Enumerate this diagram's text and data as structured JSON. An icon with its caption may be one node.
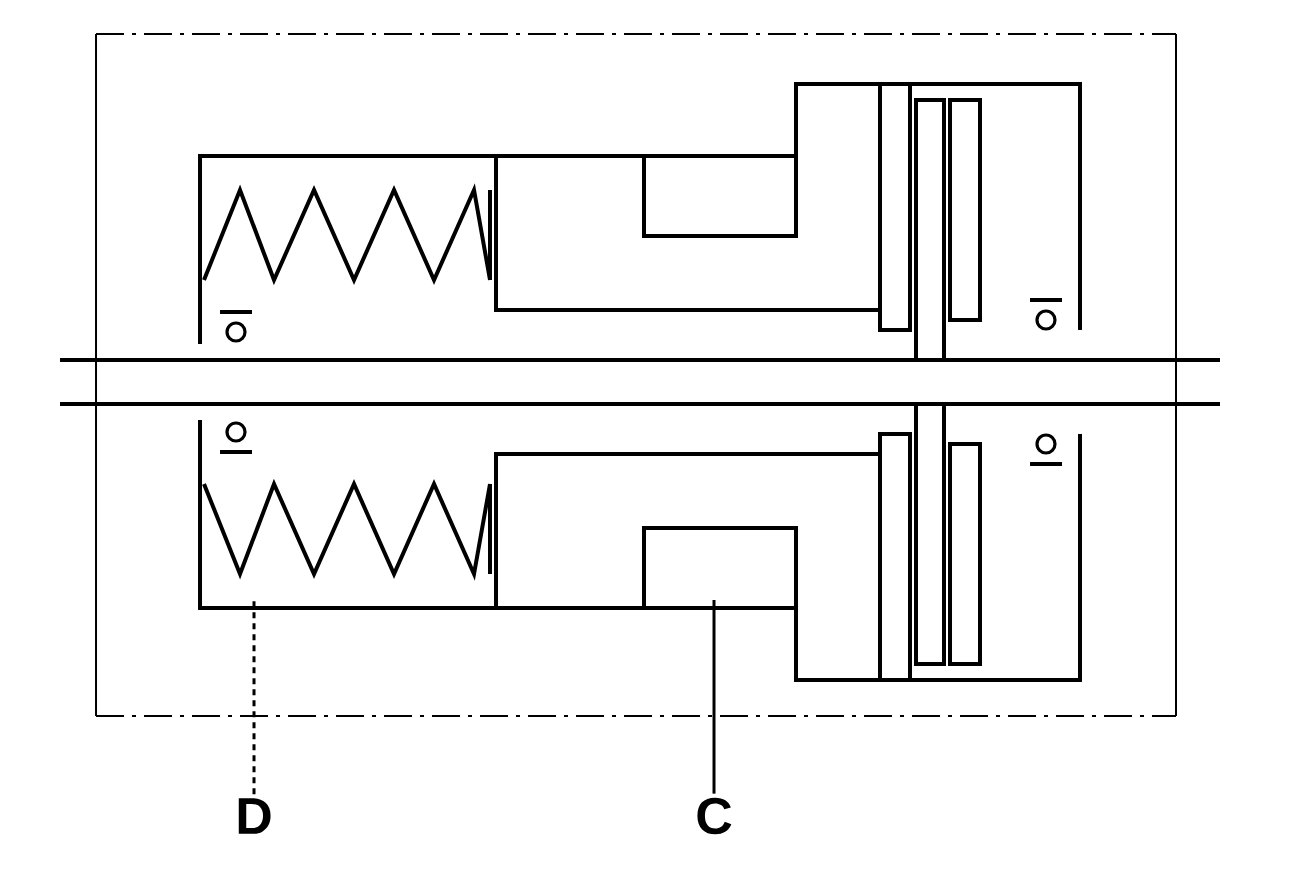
{
  "diagram": {
    "nodes": [
      {
        "text": [
          "D"
        ]
      },
      {
        "text": [
          "C"
        ]
      }
    ],
    "edges": [
      {
        "from": 0,
        "to": null,
        "arrow": "none",
        "style": "dashed"
      },
      {
        "from": 1,
        "to": null,
        "arrow": "none"
      }
    ]
  }
}
